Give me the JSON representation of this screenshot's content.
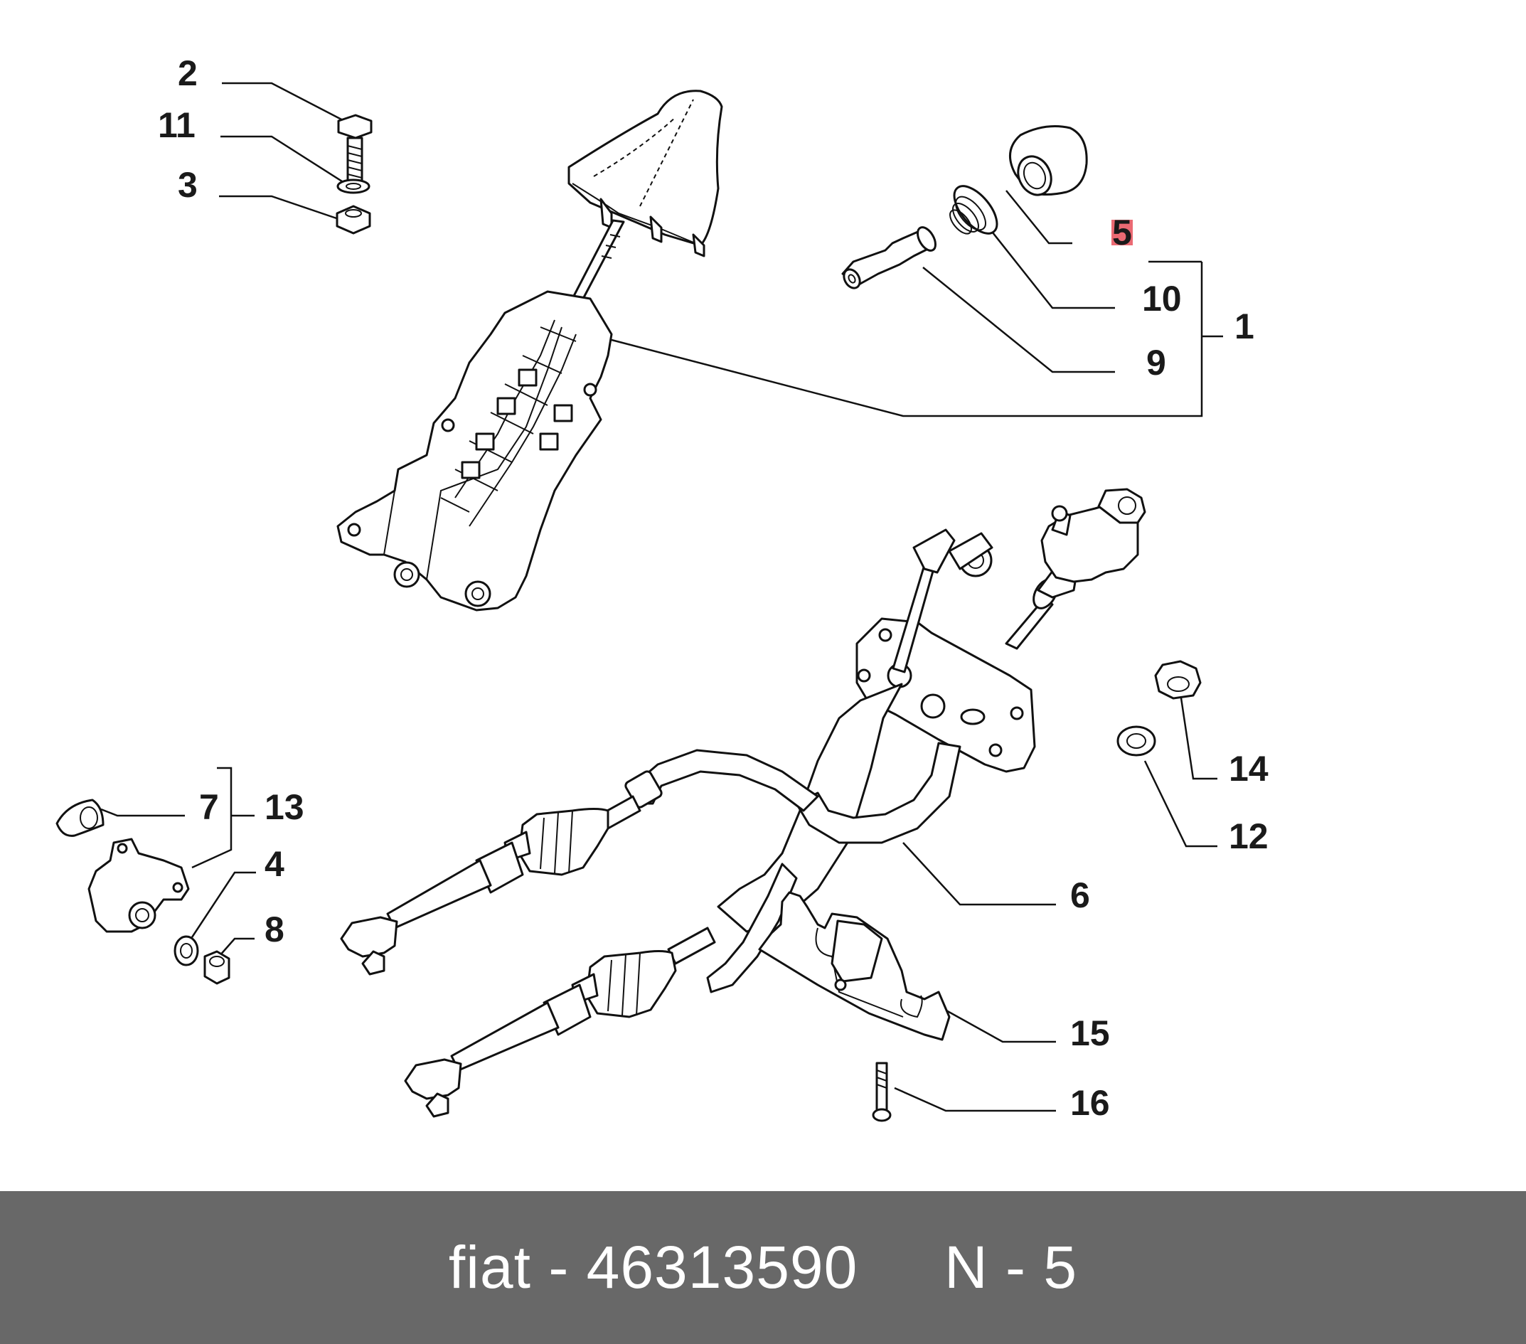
{
  "callouts": {
    "c1": "1",
    "c2": "2",
    "c3": "3",
    "c4": "4",
    "c5": "5",
    "c6": "6",
    "c7": "7",
    "c8": "8",
    "c9": "9",
    "c10": "10",
    "c11": "11",
    "c12": "12",
    "c13": "13",
    "c14": "14",
    "c15": "15",
    "c16": "16"
  },
  "highlight": {
    "callout": "5",
    "color": "#e8505b"
  },
  "footer": {
    "text": "fiat - 46313590     N - 5",
    "background": "#686868"
  }
}
